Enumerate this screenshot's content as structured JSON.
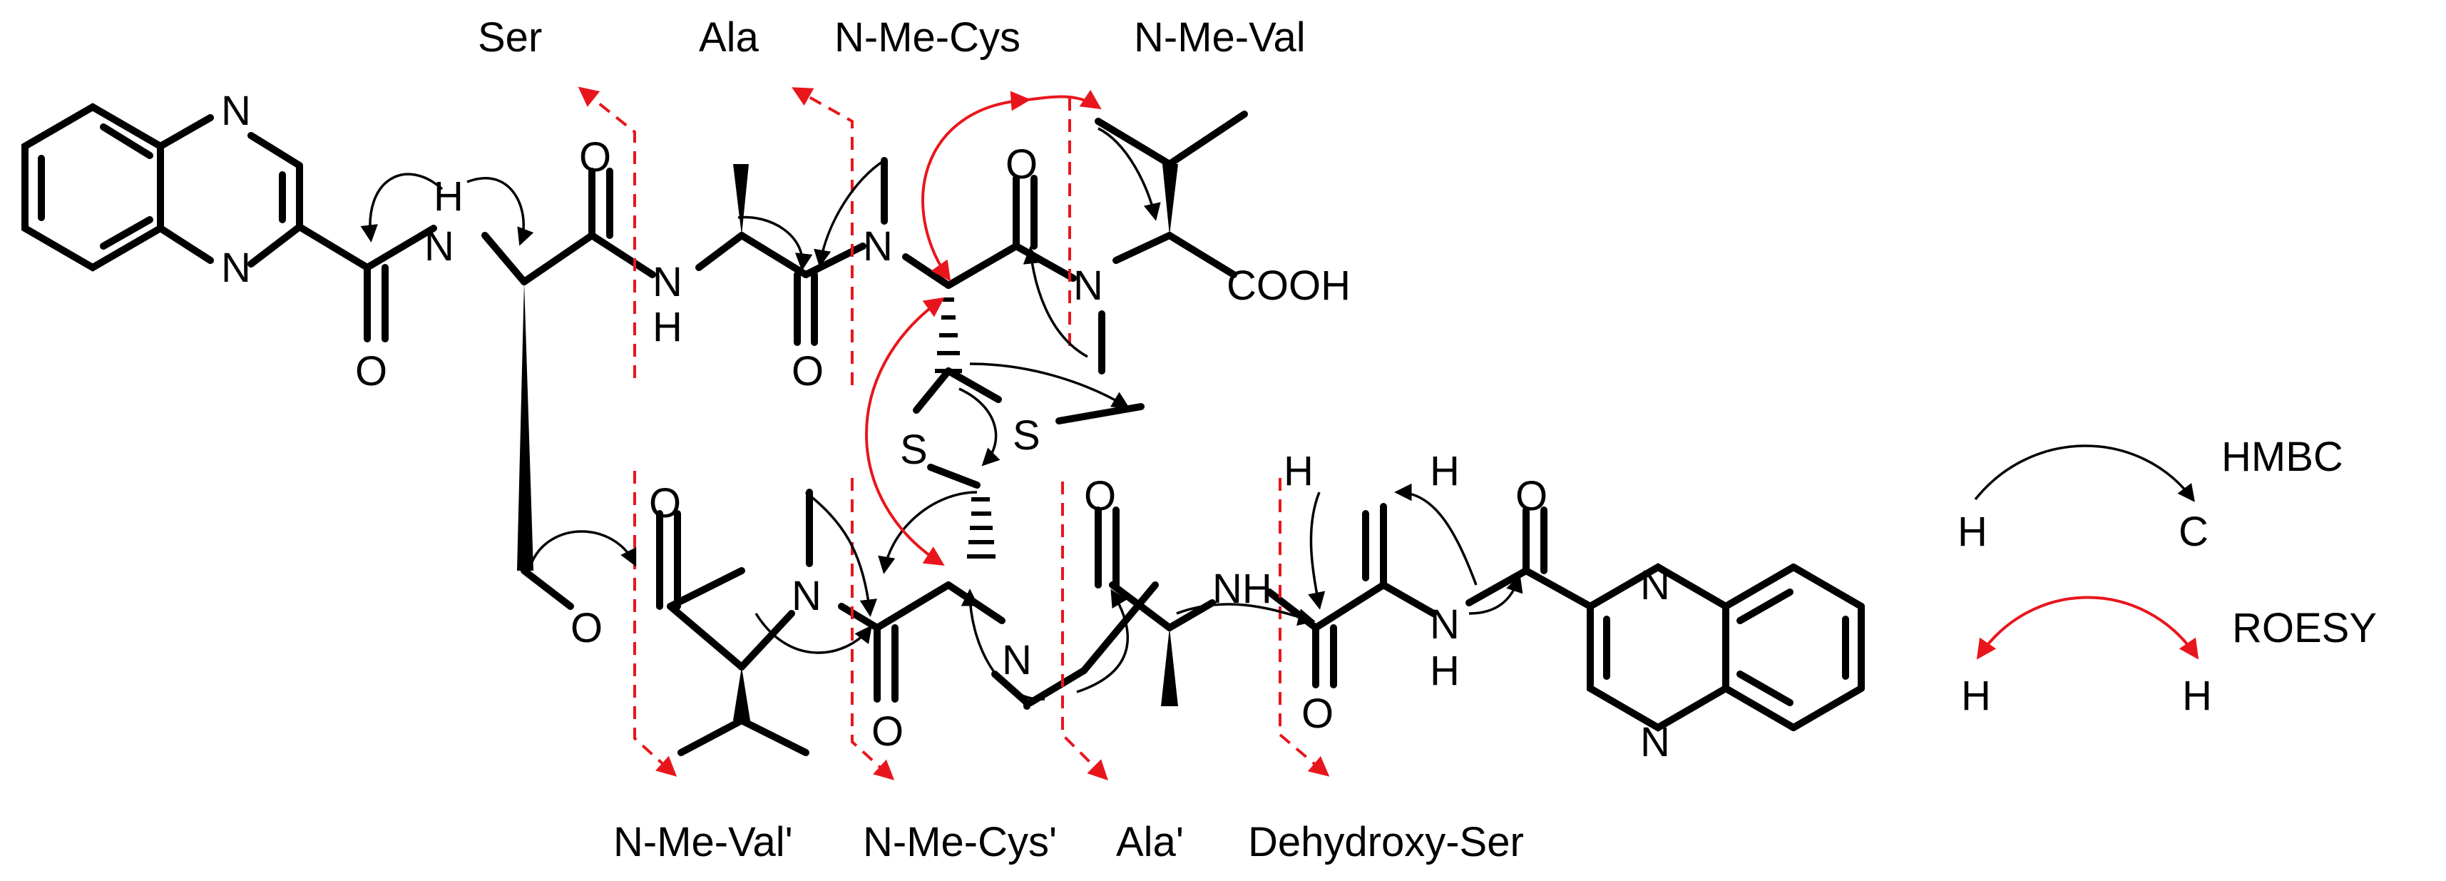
{
  "residues_top": [
    "Ser",
    "Ala",
    "N-Me-Cys",
    "N-Me-Val"
  ],
  "residues_bottom": [
    "N-Me-Val'",
    "N-Me-Cys'",
    "Ala'",
    "Dehydroxy-Ser"
  ],
  "atoms": {
    "N": "N",
    "O": "O",
    "S": "S",
    "H": "H",
    "C": "C",
    "NH": "NH",
    "COOH": "COOH"
  },
  "legend": {
    "hmbc": {
      "from": "H",
      "to": "C",
      "label": "HMBC"
    },
    "roesy": {
      "from": "H",
      "to": "H",
      "label": "ROESY"
    }
  },
  "colors": {
    "hmbc": "#000000",
    "roesy": "#e8161c",
    "bond": "#000000"
  }
}
